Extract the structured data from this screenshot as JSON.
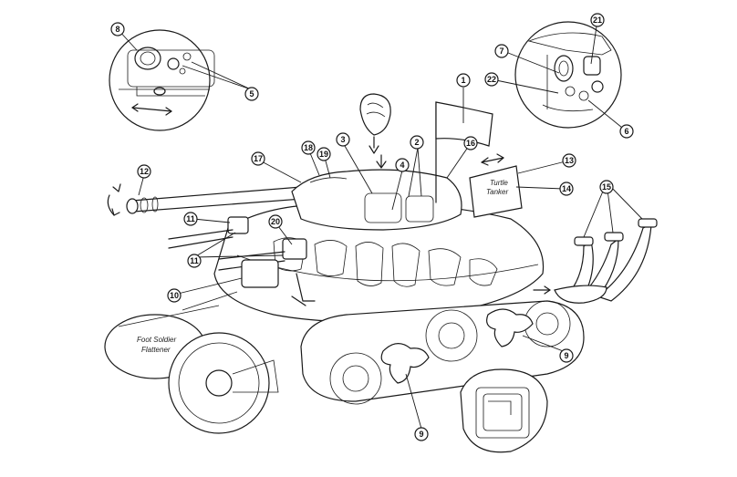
{
  "diagram": {
    "callouts": [
      {
        "id": "c1",
        "label": "1"
      },
      {
        "id": "c2",
        "label": "2"
      },
      {
        "id": "c3",
        "label": "3"
      },
      {
        "id": "c4",
        "label": "4"
      },
      {
        "id": "c5",
        "label": "5"
      },
      {
        "id": "c6",
        "label": "6"
      },
      {
        "id": "c7",
        "label": "7"
      },
      {
        "id": "c8",
        "label": "8"
      },
      {
        "id": "c9a",
        "label": "9"
      },
      {
        "id": "c9b",
        "label": "9"
      },
      {
        "id": "c10",
        "label": "10"
      },
      {
        "id": "c11a",
        "label": "11"
      },
      {
        "id": "c11b",
        "label": "11"
      },
      {
        "id": "c12",
        "label": "12"
      },
      {
        "id": "c13",
        "label": "13"
      },
      {
        "id": "c14",
        "label": "14"
      },
      {
        "id": "c15",
        "label": "15"
      },
      {
        "id": "c16",
        "label": "16"
      },
      {
        "id": "c17",
        "label": "17"
      },
      {
        "id": "c18",
        "label": "18"
      },
      {
        "id": "c19",
        "label": "19"
      },
      {
        "id": "c20",
        "label": "20"
      },
      {
        "id": "c21",
        "label": "21"
      },
      {
        "id": "c22",
        "label": "22"
      }
    ],
    "texts": {
      "roller_line1": "Foot Soldier",
      "roller_line2": "Flattener",
      "sign_line1": "Turtle",
      "sign_line2": "Tanker"
    }
  }
}
